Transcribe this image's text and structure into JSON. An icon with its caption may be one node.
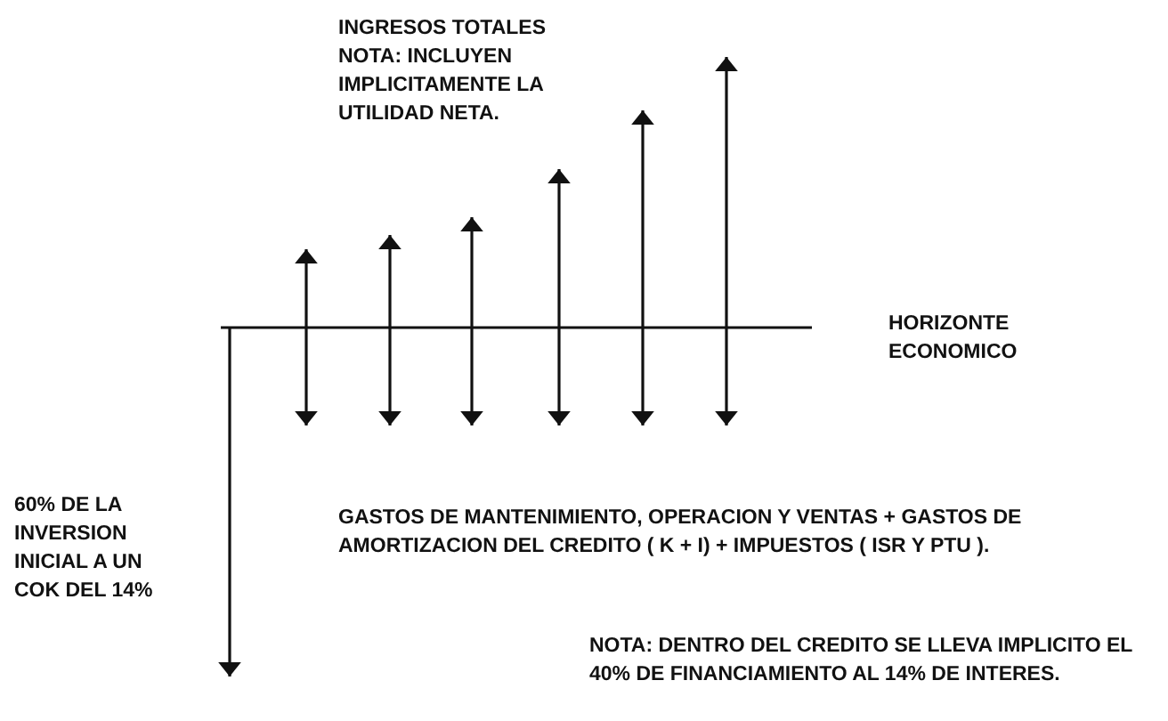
{
  "diagram": {
    "labels": [
      "INGRESOS TOTALES",
      "NOTA: INCLUYEN IMPLICITAMENTE LA UTILIDAD NETA.",
      "HORIZONTE ECONOMICO",
      "60% DE LA INVERSION INICIAL A UN COK DEL 14%",
      "GASTOS DE MANTENIMIENTO, OPERACION Y VENTAS + GASTOS DE AMORTIZACION DEL CREDITO ( K + I) + IMPUESTOS ( ISR Y PTU ).",
      "NOTA: DENTRO DEL CREDITO SE LLEVA IMPLICITO EL 40% DE FINANCIAMIENTO AL 14% DE INTERES."
    ]
  }
}
